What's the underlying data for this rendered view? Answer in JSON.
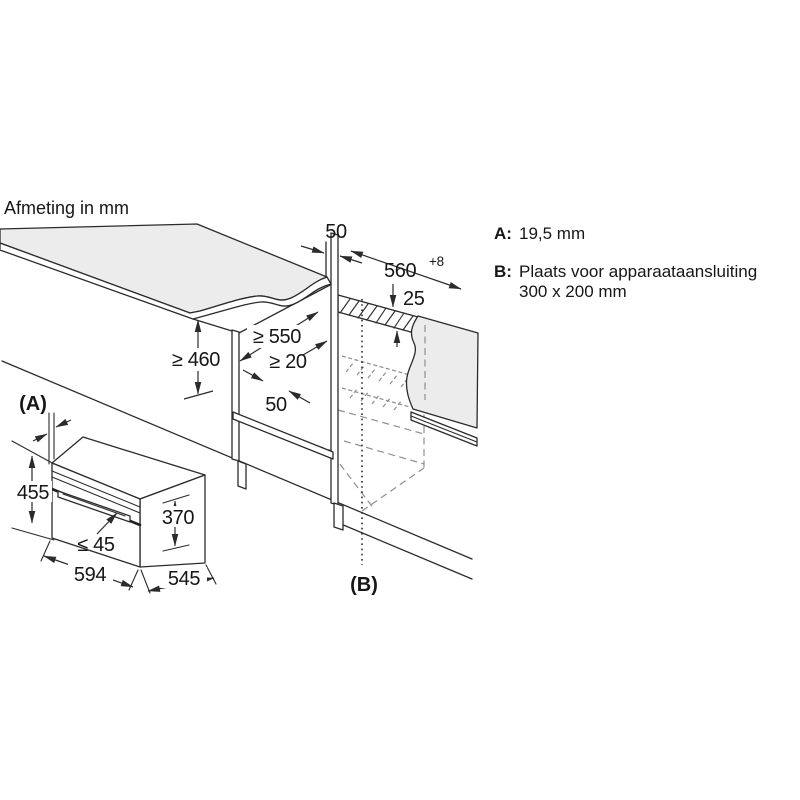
{
  "header": {
    "title": "Afmeting in mm"
  },
  "legend": {
    "a_key": "A:",
    "a_value": "19,5 mm",
    "b_key": "B:",
    "b_line1": "Plaats voor apparaataansluiting",
    "b_line2": "300 x 200 mm"
  },
  "dimensions": {
    "top_gap": "50",
    "niche_width": "560",
    "niche_width_tolerance": "+8",
    "rail_height": "25",
    "niche_depth_min": "≥ 550",
    "back_gap_min": "≥ 20",
    "niche_height_min": "≥ 460",
    "plinth_recess": "50",
    "ref_a": "(A)",
    "ref_b": "(B)",
    "oven_total_height": "455",
    "oven_body_height": "370",
    "handle_depth_max": "≤ 45",
    "oven_width": "594",
    "oven_depth": "545"
  },
  "colors": {
    "panel_fill": "#ececec",
    "line": "#2b2b2b",
    "hidden_line": "#8f8f8f",
    "background": "#ffffff"
  }
}
